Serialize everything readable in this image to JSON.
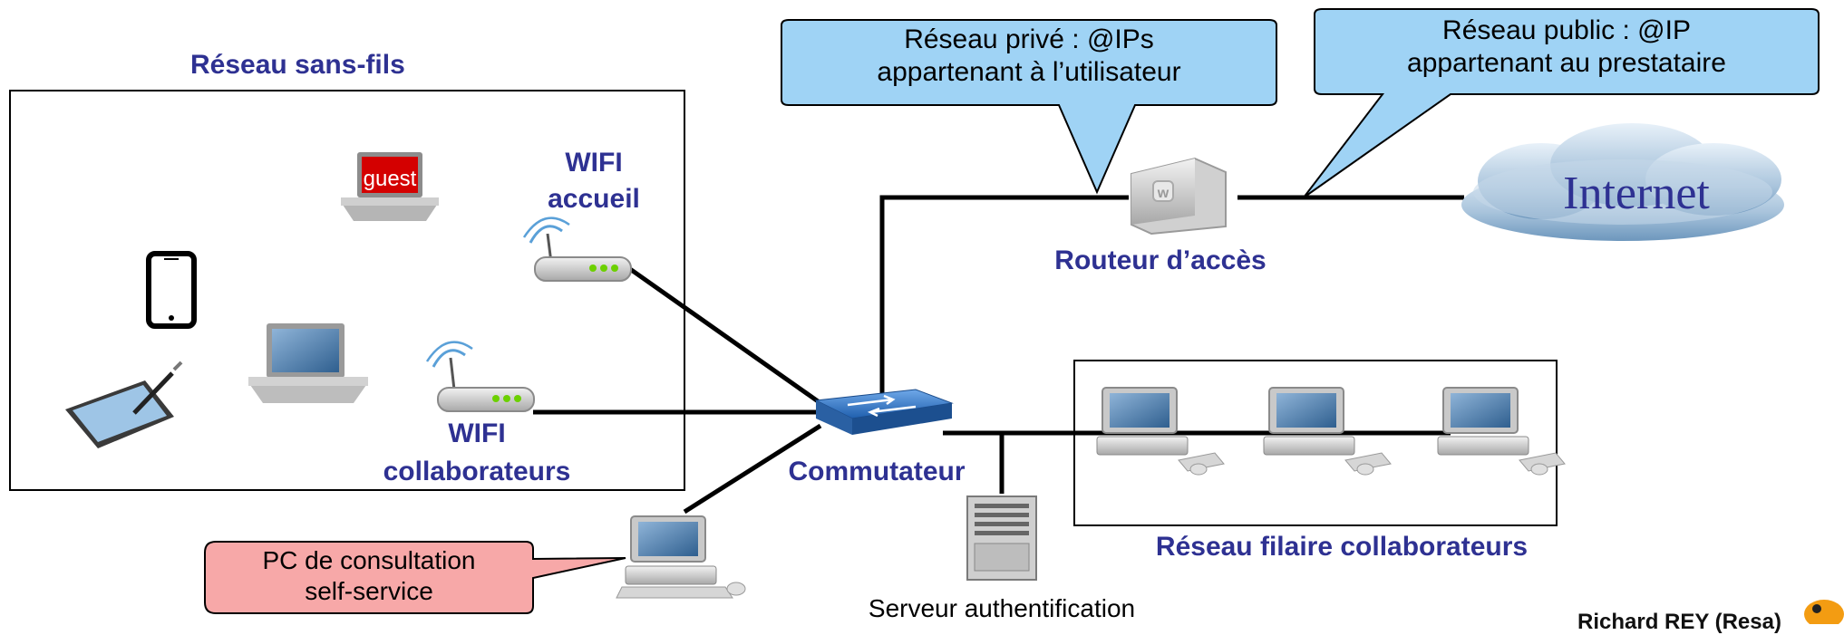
{
  "zones": {
    "wireless_title": "Réseau sans-fils",
    "wired_title": "Réseau filaire collaborateurs"
  },
  "devices": {
    "wifi_guest": [
      "WIFI",
      "accueil"
    ],
    "wifi_staff": [
      "WIFI",
      "collaborateurs"
    ],
    "switch": "Commutateur",
    "router": "Routeur d’accès",
    "internet": "Internet",
    "server": "Serveur authentification",
    "guest_laptop_screen": "guest",
    "author_partial": "Richard REY (Resa)"
  },
  "callouts": {
    "private": [
      "Réseau privé : @IPs",
      "appartenant à l’utilisateur"
    ],
    "public": [
      "Réseau public : @IP",
      "appartenant au prestataire"
    ],
    "kiosk": [
      "PC de consultation",
      "self-service"
    ]
  },
  "colors": {
    "label_blue": "#2e3192",
    "callout_blue": "#9fd3f5",
    "callout_pink": "#f7a8a8",
    "cloud": "#6d97bd"
  }
}
